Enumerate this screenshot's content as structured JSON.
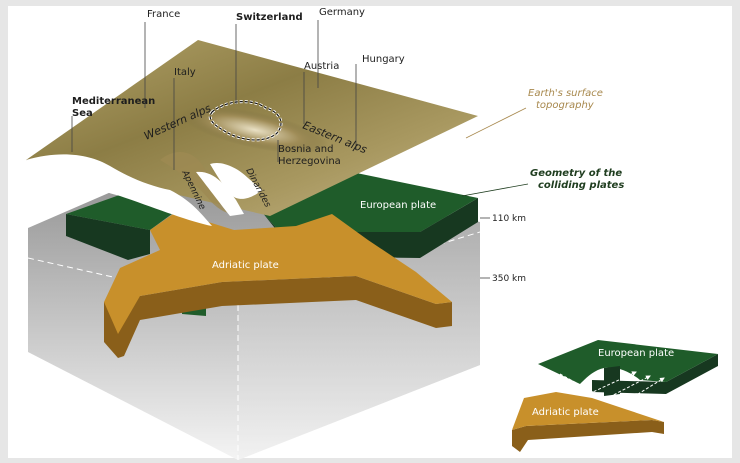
{
  "countries": {
    "france": "France",
    "switzerland": "Switzerland",
    "germany": "Germany",
    "austria": "Austria",
    "hungary": "Hungary",
    "italy": "Italy",
    "bosnia_line1": "Bosnia and",
    "bosnia_line2": "Herzegovina"
  },
  "sea": {
    "line1": "Mediterranean",
    "line2": "Sea"
  },
  "features": {
    "western_alps": "Western alps",
    "eastern_alps": "Eastern alps",
    "apennine": "Apennine",
    "dinarides": "Dinarides"
  },
  "callouts": {
    "surface_line1": "Earth's surface",
    "surface_line2": "topography",
    "geometry_line1": "Geometry of the",
    "geometry_line2": "colliding plates"
  },
  "plates": {
    "european": "European plate",
    "adriatic": "Adriatic plate",
    "inset_european": "European plate",
    "inset_adriatic": "Adriatic plate"
  },
  "depths": {
    "d110": "110 km",
    "d350": "350 km"
  },
  "colors": {
    "sea_label": "#1a8fd6",
    "surface_callout": "#a8894e",
    "geometry_callout": "#1f3d1f",
    "european_top": "#1f5c2a",
    "european_side": "#173820",
    "adriatic_top": "#c8902b",
    "adriatic_side": "#8a5f1a"
  }
}
